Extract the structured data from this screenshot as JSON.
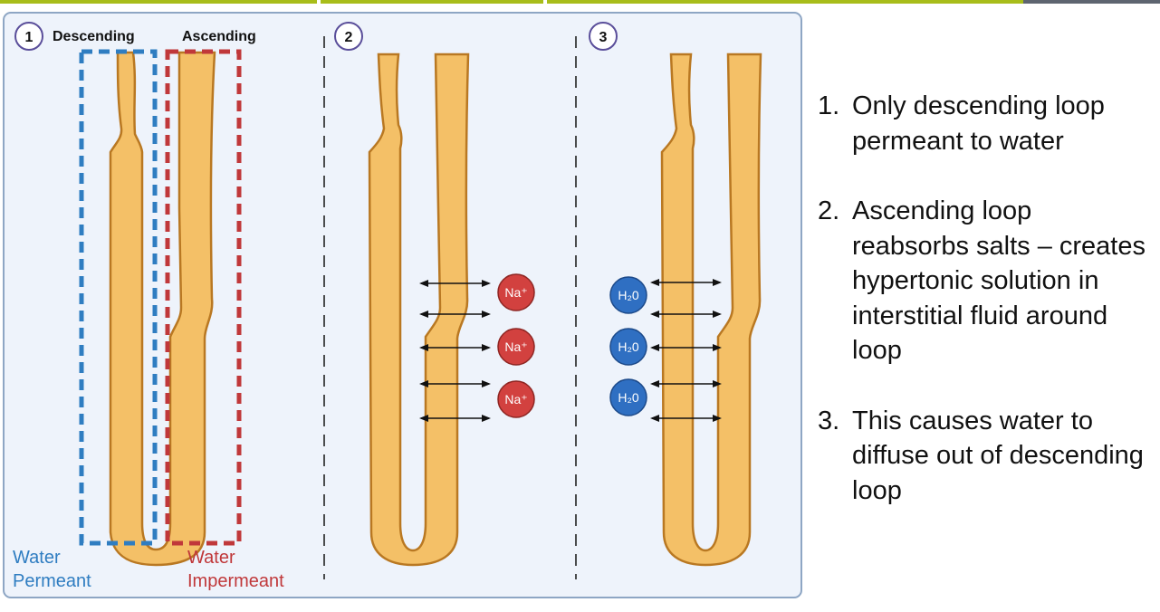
{
  "top_bar": {
    "colors": [
      "#a8bd1a",
      "#a8bd1a",
      "#a8bd1a",
      "#5e6570"
    ]
  },
  "panels": [
    {
      "badge": "1",
      "labels": {
        "descending": "Descending",
        "ascending": "Ascending",
        "water_permeant": [
          "Water",
          "Permeant"
        ],
        "water_impermeant": [
          "Water",
          "Impermeant"
        ]
      }
    },
    {
      "badge": "2",
      "ions": [
        "Na⁺",
        "Na⁺",
        "Na⁺"
      ]
    },
    {
      "badge": "3",
      "molecules": [
        "H₂0",
        "H₂0",
        "H₂0"
      ]
    }
  ],
  "steps": [
    {
      "number": "1.",
      "text": "Only descending loop permeant to water"
    },
    {
      "number": "2.",
      "text": "Ascending loop reabsorbs salts – creates hypertonic solution in interstitial fluid around loop"
    },
    {
      "number": "3.",
      "text": "This causes water to diffuse out of descending loop"
    }
  ],
  "colors": {
    "panel_bg": "#eef3fb",
    "panel_border": "#8ea6c4",
    "tubule_fill": "#f4c067",
    "tubule_outline": "#b97822",
    "permeant_blue": "#2f7dc1",
    "impermeant_red": "#c0383a",
    "sodium": "#d2413f",
    "water": "#2f6fc2"
  }
}
